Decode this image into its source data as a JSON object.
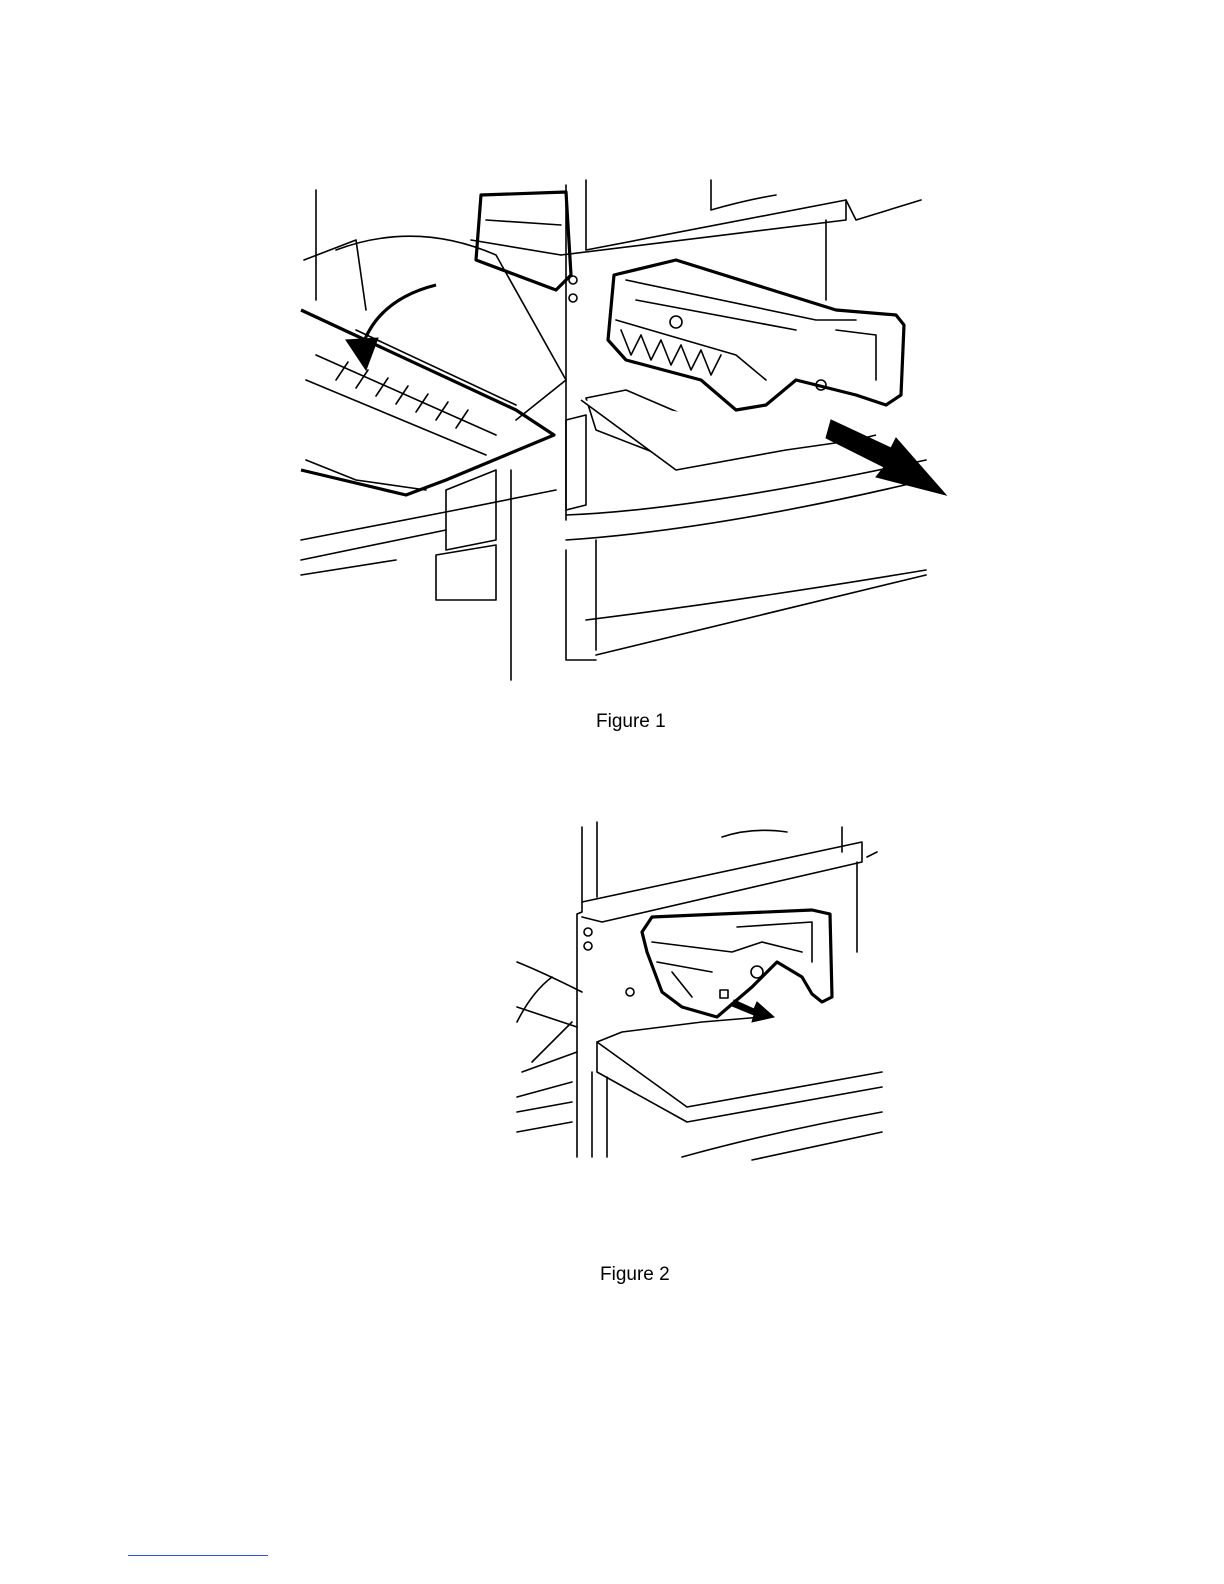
{
  "figures": [
    {
      "caption": "Figure 1",
      "illustration": "printer-fuser-unit-removal"
    },
    {
      "caption": "Figure 2",
      "illustration": "printer-fuser-release-lever"
    }
  ],
  "colors": {
    "line": "#000000",
    "page": "#ffffff",
    "footer_rule": "#3a4fd6"
  }
}
